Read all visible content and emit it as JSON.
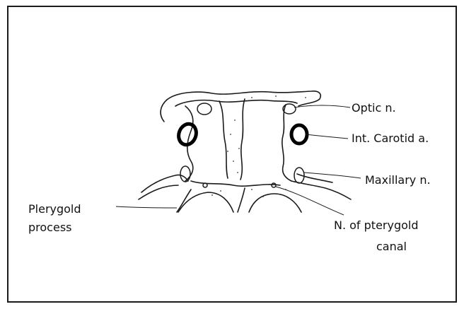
{
  "figure": {
    "labels": {
      "optic_n": "Optic n.",
      "int_carotid_a": "Int. Carotid a.",
      "maxillary_n": "Maxillary n.",
      "pterygoid_process_line1": "Plerygold",
      "pterygoid_process_line2": "process",
      "n_pterygoid_canal_line1": "N. of pterygold",
      "n_pterygoid_canal_line2": "canal"
    }
  }
}
